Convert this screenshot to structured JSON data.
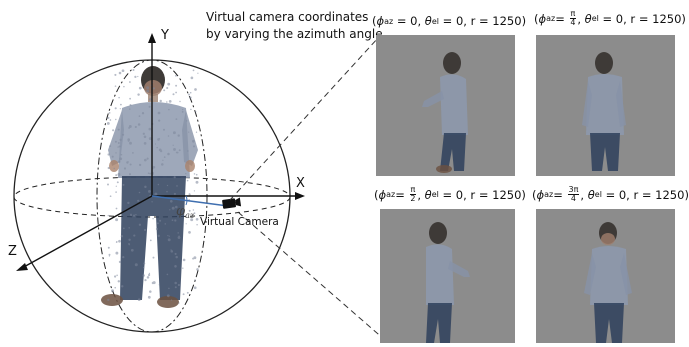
{
  "header": {
    "line1": "Virtual camera coordinates",
    "line2": "by varying the azimuth angle"
  },
  "axes": {
    "y": "Y",
    "x": "X",
    "z": "Z"
  },
  "camera_label": "Virtual Camera",
  "azimuth_symbol": "φ",
  "azimuth_sub": "az",
  "panels": [
    {
      "phi_num": "0",
      "phi_den": "",
      "theta": "0",
      "r": "1250"
    },
    {
      "phi_num": "π",
      "phi_den": "4",
      "theta": "0",
      "r": "1250"
    },
    {
      "phi_num": "π",
      "phi_den": "2",
      "theta": "0",
      "r": "1250"
    },
    {
      "phi_num": "3π",
      "phi_den": "4",
      "theta": "0",
      "r": "1250"
    }
  ],
  "colors": {
    "panel_bg": "#8c8c8c",
    "shirt": "#8d99ae",
    "jeans": "#2e3f5c",
    "hair": "#2a2622",
    "skin": "#b48a72",
    "camera_ray": "#3f6fb0"
  }
}
